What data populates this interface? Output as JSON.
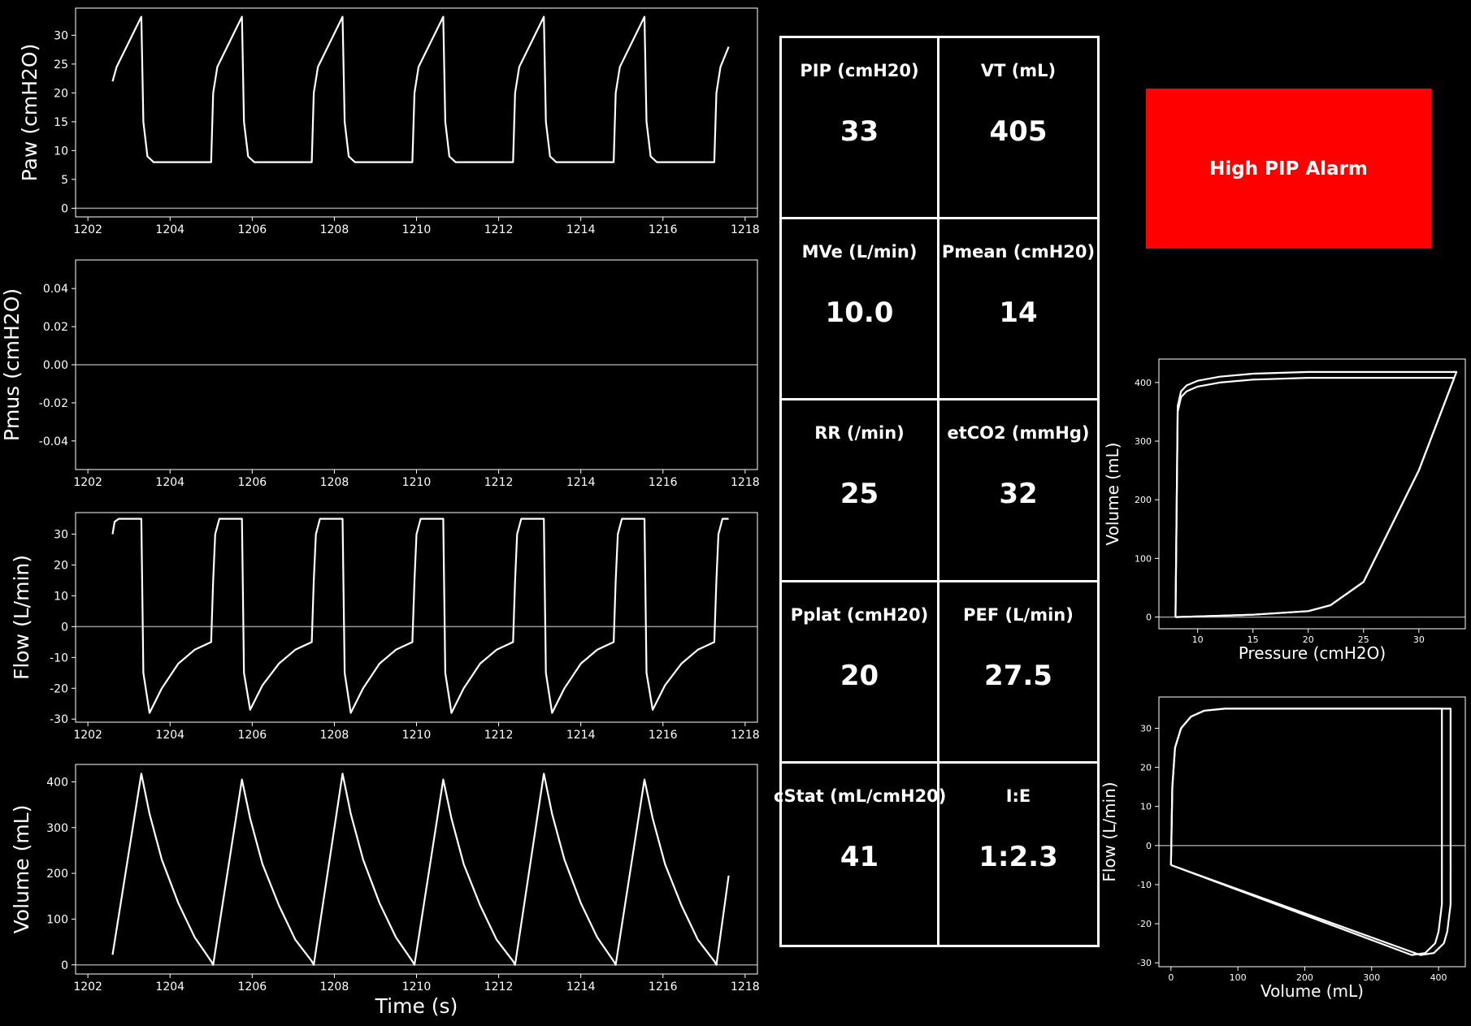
{
  "colors": {
    "background": "#000000",
    "foreground": "#ffffff",
    "zero_line": "#999999",
    "alarm": "#ff0000"
  },
  "alarm": {
    "text": "High PIP Alarm"
  },
  "metrics": [
    {
      "label": "PIP (cmH20)",
      "value": "33"
    },
    {
      "label": "VT (mL)",
      "value": "405"
    },
    {
      "label": "MVe (L/min)",
      "value": "10.0"
    },
    {
      "label": "Pmean (cmH20)",
      "value": "14"
    },
    {
      "label": "RR (/min)",
      "value": "25"
    },
    {
      "label": "etCO2 (mmHg)",
      "value": "32"
    },
    {
      "label": "Pplat (cmH20)",
      "value": "20"
    },
    {
      "label": "PEF (L/min)",
      "value": "27.5"
    },
    {
      "label": "cStat (mL/cmH20)",
      "value": "41"
    },
    {
      "label": "I:E",
      "value": "1:2.3"
    }
  ],
  "chart_data": [
    {
      "type": "line",
      "ylabel": "Paw (cmH2O)",
      "xlim": [
        1201.7,
        1218.3
      ],
      "ylim": [
        -1.5,
        34.7
      ],
      "xticks": [
        1202,
        1204,
        1206,
        1208,
        1210,
        1212,
        1214,
        1216,
        1218
      ],
      "yticks": [
        0,
        5,
        10,
        15,
        20,
        25,
        30
      ],
      "zero_line": true,
      "x": [
        1202.6,
        1202.7,
        1203.3,
        1203.35,
        1203.45,
        1203.6,
        1205.0,
        1205.05,
        1205.15,
        1205.75,
        1205.8,
        1205.9,
        1206.05,
        1207.45,
        1207.5,
        1207.6,
        1208.2,
        1208.25,
        1208.35,
        1208.5,
        1209.9,
        1209.95,
        1210.05,
        1210.65,
        1210.7,
        1210.8,
        1210.95,
        1212.35,
        1212.4,
        1212.5,
        1213.1,
        1213.15,
        1213.25,
        1213.4,
        1214.8,
        1214.85,
        1214.95,
        1215.55,
        1215.6,
        1215.7,
        1215.85,
        1217.25,
        1217.3,
        1217.4,
        1217.6
      ],
      "y": [
        22,
        24.5,
        33.2,
        15,
        9,
        8,
        8,
        20,
        24.5,
        33.2,
        15,
        9,
        8,
        8,
        20,
        24.5,
        33.2,
        15,
        9,
        8,
        8,
        20,
        24.5,
        33.2,
        15,
        9,
        8,
        8,
        20,
        24.5,
        33.2,
        15,
        9,
        8,
        8,
        20,
        24.5,
        33.2,
        15,
        9,
        8,
        8,
        20,
        24.5,
        28
      ]
    },
    {
      "type": "line",
      "ylabel": "Pmus (cmH2O)",
      "xlim": [
        1201.7,
        1218.3
      ],
      "ylim": [
        -0.055,
        0.055
      ],
      "xticks": [
        1202,
        1204,
        1206,
        1208,
        1210,
        1212,
        1214,
        1216,
        1218
      ],
      "yticks": [
        -0.04,
        -0.02,
        0.0,
        0.02,
        0.04
      ],
      "ytick_format": "2dp",
      "zero_line": true,
      "x": [],
      "y": []
    },
    {
      "type": "line",
      "ylabel": "Flow (L/min)",
      "xlim": [
        1201.7,
        1218.3
      ],
      "ylim": [
        -31,
        37
      ],
      "xticks": [
        1202,
        1204,
        1206,
        1208,
        1210,
        1212,
        1214,
        1216,
        1218
      ],
      "yticks": [
        -30,
        -20,
        -10,
        0,
        10,
        20,
        30
      ],
      "zero_line": true,
      "x": [
        1202.6,
        1202.65,
        1202.75,
        1203.3,
        1203.35,
        1203.5,
        1203.8,
        1204.2,
        1204.6,
        1205.0,
        1205.05,
        1205.1,
        1205.2,
        1205.75,
        1205.8,
        1205.95,
        1206.25,
        1206.65,
        1207.05,
        1207.45,
        1207.5,
        1207.55,
        1207.65,
        1208.2,
        1208.25,
        1208.4,
        1208.7,
        1209.1,
        1209.5,
        1209.9,
        1209.95,
        1210.0,
        1210.1,
        1210.65,
        1210.7,
        1210.85,
        1211.15,
        1211.55,
        1211.95,
        1212.35,
        1212.4,
        1212.45,
        1212.55,
        1213.1,
        1213.15,
        1213.3,
        1213.6,
        1214.0,
        1214.4,
        1214.8,
        1214.85,
        1214.9,
        1215.0,
        1215.55,
        1215.6,
        1215.75,
        1216.05,
        1216.45,
        1216.85,
        1217.25,
        1217.3,
        1217.35,
        1217.45,
        1217.6
      ],
      "y": [
        30,
        34,
        35,
        35,
        -15,
        -28,
        -20,
        -12,
        -7.5,
        -5,
        15,
        30,
        35,
        35,
        -15,
        -27,
        -19,
        -12,
        -7.5,
        -5,
        15,
        30,
        35,
        35,
        -15,
        -28,
        -20,
        -12,
        -7.5,
        -5,
        15,
        30,
        35,
        35,
        -15,
        -28,
        -20,
        -12,
        -7.5,
        -5,
        15,
        30,
        35,
        35,
        -15,
        -28,
        -20,
        -12,
        -7.5,
        -5,
        15,
        30,
        35,
        35,
        -15,
        -27,
        -19,
        -12,
        -7.5,
        -5,
        15,
        30,
        35,
        35
      ]
    },
    {
      "type": "line",
      "ylabel": "Volume (mL)",
      "xlabel": "Time (s)",
      "xlim": [
        1201.7,
        1218.3
      ],
      "ylim": [
        -20,
        438
      ],
      "xticks": [
        1202,
        1204,
        1206,
        1208,
        1210,
        1212,
        1214,
        1216,
        1218
      ],
      "yticks": [
        0,
        100,
        200,
        300,
        400
      ],
      "zero_line": true,
      "x": [
        1202.6,
        1203.3,
        1203.5,
        1203.8,
        1204.2,
        1204.6,
        1205.0,
        1205.05,
        1205.75,
        1205.95,
        1206.25,
        1206.65,
        1207.05,
        1207.45,
        1207.5,
        1208.2,
        1208.4,
        1208.7,
        1209.1,
        1209.5,
        1209.9,
        1209.95,
        1210.65,
        1210.85,
        1211.15,
        1211.55,
        1211.95,
        1212.35,
        1212.4,
        1213.1,
        1213.3,
        1213.6,
        1214.0,
        1214.4,
        1214.8,
        1214.85,
        1215.55,
        1215.75,
        1216.05,
        1216.45,
        1216.85,
        1217.25,
        1217.3,
        1217.6
      ],
      "y": [
        22,
        418,
        330,
        230,
        135,
        60,
        8,
        0,
        405,
        320,
        220,
        130,
        55,
        8,
        0,
        418,
        330,
        230,
        135,
        60,
        8,
        0,
        405,
        320,
        220,
        130,
        55,
        8,
        0,
        418,
        330,
        230,
        135,
        60,
        8,
        0,
        405,
        320,
        220,
        130,
        55,
        8,
        0,
        195
      ]
    },
    {
      "type": "line",
      "xlabel": "Pressure (cmH2O)",
      "ylabel": "Volume (mL)",
      "xlim": [
        6.5,
        34.2
      ],
      "ylim": [
        -20,
        440
      ],
      "xticks": [
        10,
        15,
        20,
        25,
        30
      ],
      "yticks": [
        0,
        100,
        200,
        300,
        400
      ],
      "zero_line": true,
      "series": [
        {
          "x": [
            8,
            8.2,
            8.5,
            9,
            10,
            12,
            15,
            20,
            25,
            30,
            33.2,
            33.2,
            30,
            25,
            22,
            20,
            15,
            10,
            8
          ],
          "y": [
            0,
            350,
            375,
            385,
            393,
            400,
            405,
            408,
            408,
            408,
            408,
            408,
            250,
            60,
            20,
            10,
            4,
            1,
            0
          ]
        },
        {
          "x": [
            8,
            8.2,
            8.5,
            9,
            10,
            12,
            15,
            20,
            25,
            30,
            33.4,
            33.4,
            30,
            25,
            22,
            20,
            15,
            10,
            8
          ],
          "y": [
            0,
            360,
            385,
            395,
            403,
            410,
            415,
            418,
            418,
            418,
            418,
            418,
            250,
            60,
            20,
            10,
            4,
            1,
            0
          ]
        }
      ]
    },
    {
      "type": "line",
      "xlabel": "Volume (mL)",
      "ylabel": "Flow (L/min)",
      "xlim": [
        -18,
        440
      ],
      "ylim": [
        -31,
        38
      ],
      "xticks": [
        0,
        100,
        200,
        300,
        400
      ],
      "yticks": [
        -30,
        -20,
        -10,
        0,
        10,
        20,
        30
      ],
      "zero_line": true,
      "series": [
        {
          "x": [
            0,
            2,
            6,
            15,
            30,
            50,
            80,
            150,
            405,
            405,
            400,
            395,
            380,
            360,
            0
          ],
          "y": [
            -5,
            15,
            25,
            30,
            33,
            34.5,
            35,
            35,
            35,
            -15,
            -22,
            -25,
            -27.5,
            -28,
            -5
          ]
        },
        {
          "x": [
            0,
            2,
            6,
            15,
            30,
            50,
            80,
            150,
            418,
            418,
            413,
            408,
            393,
            373,
            0
          ],
          "y": [
            -5,
            15,
            25,
            30,
            33,
            34.5,
            35,
            35,
            35,
            -15,
            -22,
            -25,
            -27.5,
            -28,
            -5
          ]
        }
      ]
    }
  ]
}
